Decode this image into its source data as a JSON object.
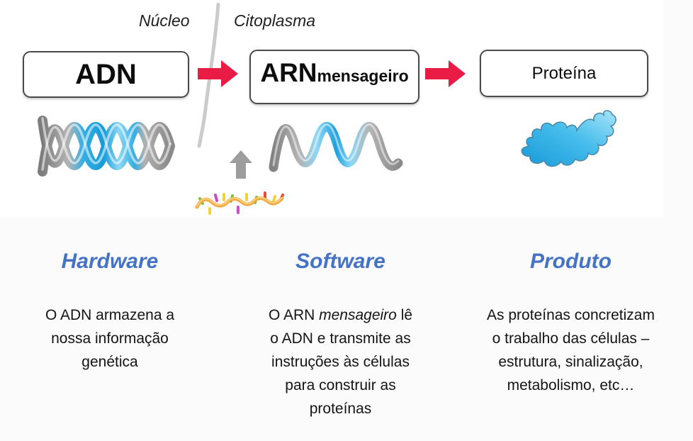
{
  "scene": {
    "nucleus_label": "Núcleo",
    "cytoplasm_label": "Citoplasma",
    "dna_box": "ADN",
    "rna_box_main": "ARN",
    "rna_box_sub": "mensageiro",
    "protein_box": "Proteína"
  },
  "colors": {
    "flow_arrow_red": "#e81c45",
    "header_blue": "#4472c4",
    "helix_blue_dark": "#189bd8",
    "helix_blue_light": "#8ed7f4",
    "helix_gray": "#8a8a8a",
    "membrane_gray": "#cbcbcb",
    "up_arrow_gray": "#9d9d9d",
    "strand_orange": "#f2a843",
    "background_gray": "#fbfbfc"
  },
  "columns": [
    {
      "header": "Hardware",
      "lines": [
        "O ADN armazena a",
        "nossa informação",
        "genética"
      ]
    },
    {
      "header": "Software",
      "line1": {
        "pre": "O ARN ",
        "italic": "mensageiro",
        "post": " lê"
      },
      "lines": [
        "o ADN e transmite as",
        "instruções às células",
        "para construir as",
        "proteínas"
      ]
    },
    {
      "header": "Produto",
      "lines": [
        "As proteínas concretizam",
        "o trabalho das células –",
        "estrutura, sinalização,",
        "metabolismo, etc…"
      ]
    }
  ]
}
